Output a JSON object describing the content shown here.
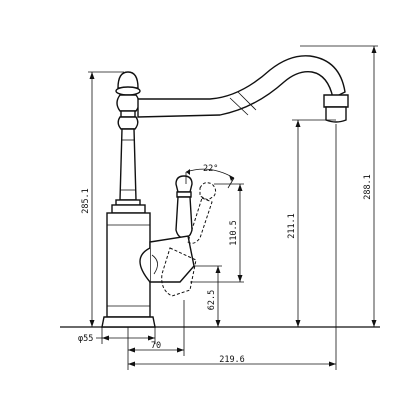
{
  "dimensions": {
    "overall_height": "288.1",
    "body_height": "285.1",
    "spout_height": "211.1",
    "lever_travel_height": "110.5",
    "lever_angle": "22°",
    "handle_height": "62.5",
    "base_diameter": "φ55",
    "handle_offset": "70",
    "spout_reach": "219.6"
  }
}
